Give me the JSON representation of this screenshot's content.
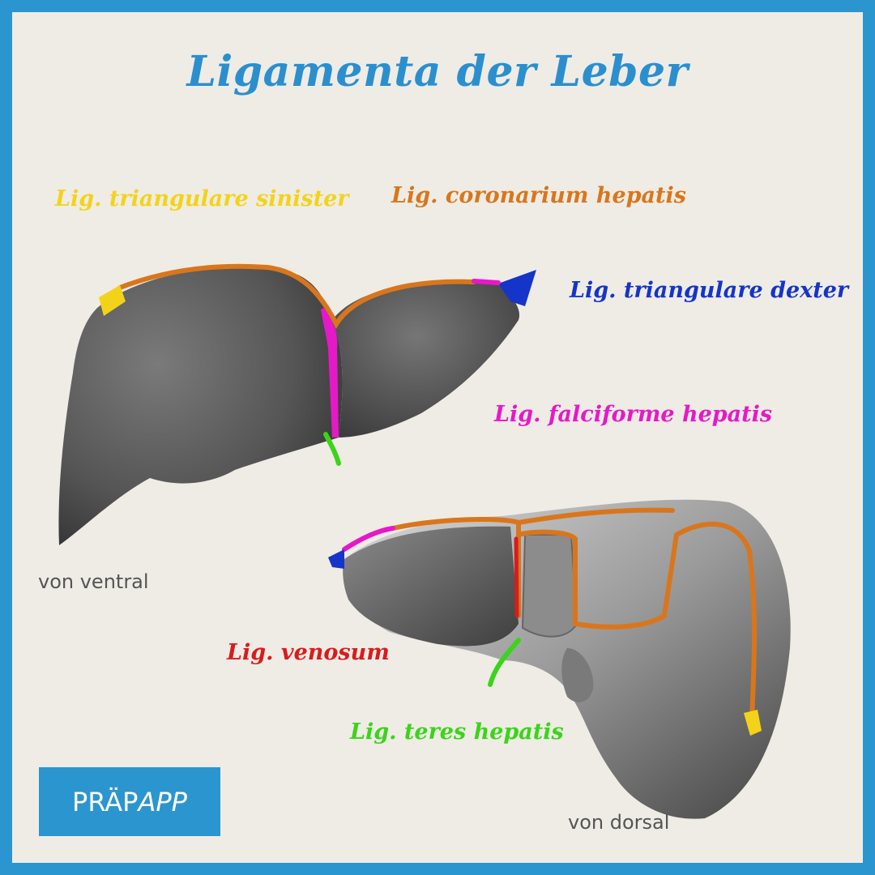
{
  "title": "Ligamenta der Leber",
  "labels": {
    "triangulare_sinister": "Lig. triangulare sinister",
    "coronarium": "Lig. coronarium hepatis",
    "triangulare_dexter": "Lig. triangulare dexter",
    "falciforme": "Lig. falciforme hepatis",
    "venosum": "Lig. venosum",
    "teres": "Lig. teres hepatis"
  },
  "views": {
    "ventral": "von ventral",
    "dorsal": "von dorsal"
  },
  "logo": {
    "bold": "PRÄP",
    "italic": "APP"
  },
  "colors": {
    "title": "#2b8fce",
    "triangulare_sinister": "#f3d31a",
    "coronarium": "#d9761c",
    "triangulare_dexter": "#1435c8",
    "falciforme": "#e619c8",
    "venosum": "#d81c1c",
    "teres": "#3bd41a",
    "frame": "#2b95cf",
    "background": "#efece6"
  }
}
